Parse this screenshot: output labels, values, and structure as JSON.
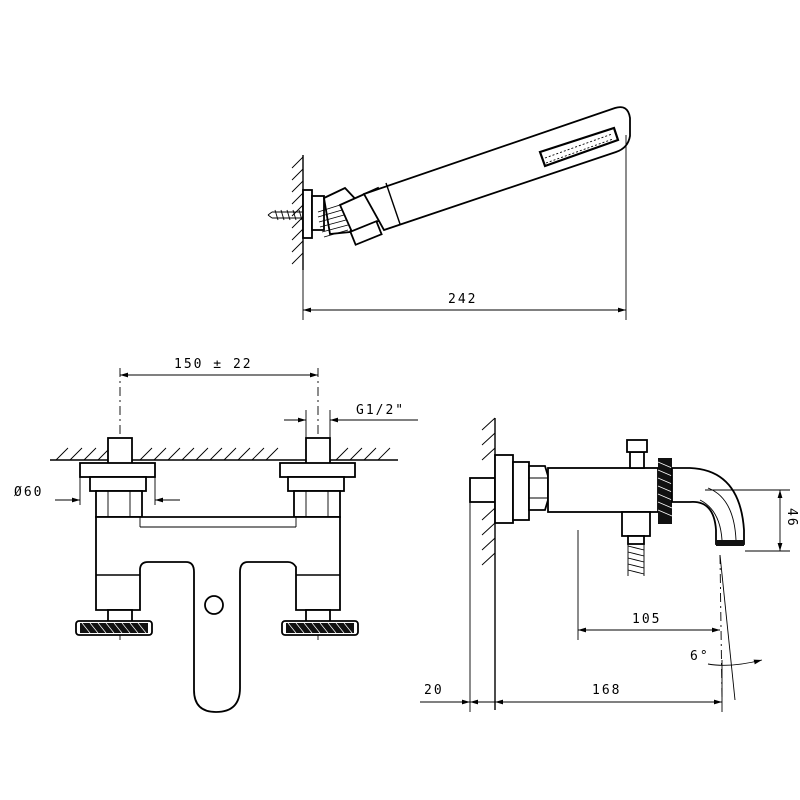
{
  "dimensions": {
    "hand_shower_length": "242",
    "inlet_spacing": "150 ± 22",
    "thread_size": "G1/2\"",
    "escutcheon_diameter": "Ø60",
    "spout_height": "46",
    "spout_reach": "105",
    "spray_angle": "6°",
    "wall_offset": "20",
    "total_projection": "168"
  }
}
